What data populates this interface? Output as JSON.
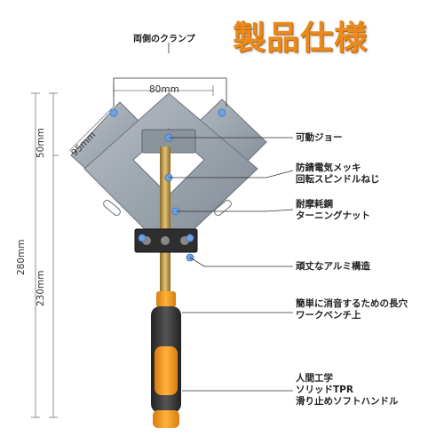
{
  "title": "製品仕様",
  "labels": {
    "clamp_both_sides": "両側のクランプ",
    "movable_jaw": "可動ジョー",
    "screw_line1": "防錆電気メッキ",
    "screw_line2": "回転スピンドルねじ",
    "nut_line1": "耐摩耗鋼",
    "nut_line2": "ターニングナット",
    "aluminum": "頑丈なアルミ構造",
    "slot_line1": "簡単に消音するための長穴",
    "slot_line2": "ワークベンチ上",
    "handle_line1": "人間工学",
    "handle_line2": "ソリッドTPR",
    "handle_line3": "滑り止めソフトハンドル"
  },
  "dimensions": {
    "width_top": "80mm",
    "jaw_depth": "95mm",
    "height_top": "50mm",
    "height_total": "280mm",
    "height_bottom": "230mm"
  },
  "colors": {
    "title": "#e88a1e",
    "handle_orange": "#f39a1c",
    "handle_dark": "#3a3a3a",
    "aluminum": "#9aa3ad",
    "marker": "#6fa3e0"
  }
}
